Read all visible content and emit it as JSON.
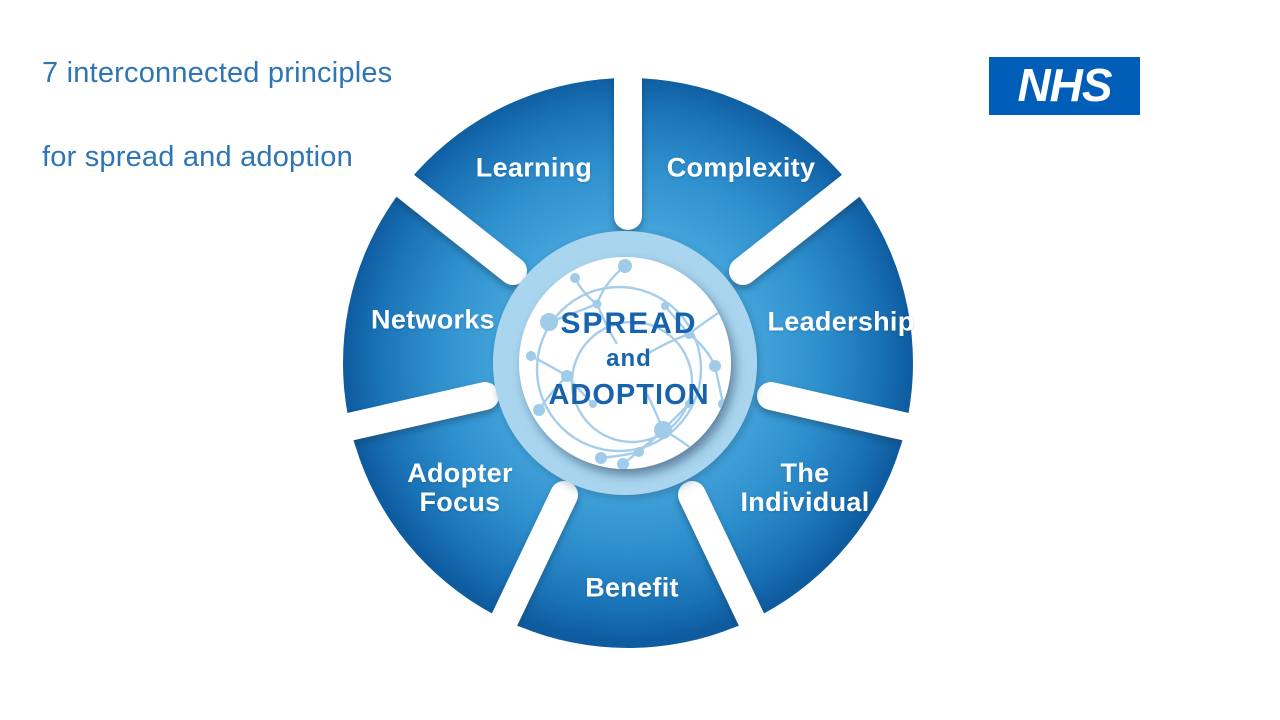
{
  "title": {
    "line1": "7 interconnected principles",
    "line2": "for spread and adoption"
  },
  "nhs_logo": {
    "text": "NHS"
  },
  "hub": {
    "line1": "SPREAD",
    "line2": "and",
    "line3": "ADOPTION"
  },
  "segments": [
    {
      "id": "learning",
      "label": "Learning"
    },
    {
      "id": "complexity",
      "label": "Complexity"
    },
    {
      "id": "leadership",
      "label": "Leadership"
    },
    {
      "id": "the-individual",
      "label": "The\nIndividual"
    },
    {
      "id": "benefit",
      "label": "Benefit"
    },
    {
      "id": "adopter-focus",
      "label": "Adopter\nFocus"
    },
    {
      "id": "networks",
      "label": "Networks"
    }
  ],
  "colors": {
    "nhs_blue": "#005EB8",
    "title_text": "#2E75B6",
    "hub_text": "#1763AD",
    "wedge_inner": "#55B0E2",
    "wedge_mid": "#3C9DD8",
    "wedge_outer": "#0E5B9F",
    "ring": "#A9D5EF",
    "network": "#A6CEEA",
    "label_text": "#FFFFFF"
  }
}
